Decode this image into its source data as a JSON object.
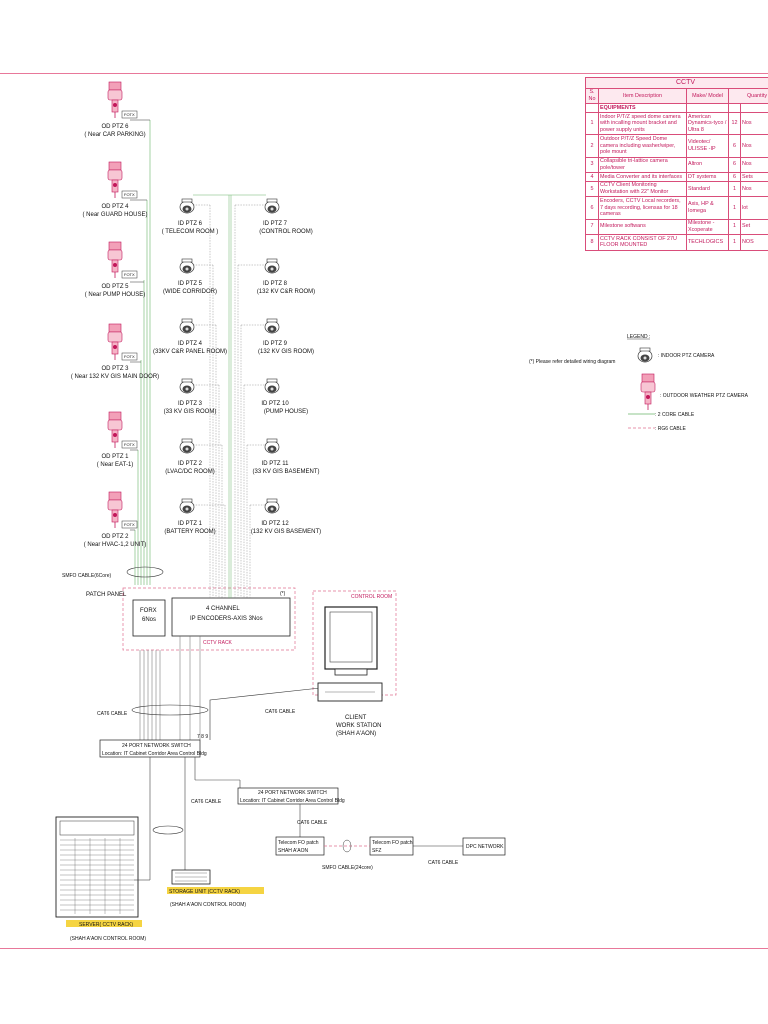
{
  "outdoor_cameras": [
    {
      "name": "OD PTZ 6",
      "location": "( Near CAR PARKING)",
      "fotx": "FOTX"
    },
    {
      "name": "OD PTZ 4",
      "location": "( Near GUARD HOUSE)",
      "fotx": "FOTX"
    },
    {
      "name": "OD PTZ 5",
      "location": "( Near PUMP HOUSE)",
      "fotx": "FOTX"
    },
    {
      "name": "OD PTZ 3",
      "location": "( Near 132 KV GIS MAIN DOOR)",
      "fotx": "FOTX"
    },
    {
      "name": "OD PTZ 1",
      "location": "( Near EAT-1)",
      "fotx": "FOTX"
    },
    {
      "name": "OD PTZ 2",
      "location": "( Near HVAC-1,2 UNIT)",
      "fotx": "FOTX"
    }
  ],
  "indoor_left": [
    {
      "name": "ID PTZ 6",
      "location": "( TELECOM ROOM )"
    },
    {
      "name": "ID PTZ 5",
      "location": "(WIDE CORRIDOR)"
    },
    {
      "name": "ID PTZ 4",
      "location": "(33KV C&R PANEL ROOM)"
    },
    {
      "name": "ID PTZ 3",
      "location": "(33 KV GIS ROOM)"
    },
    {
      "name": "ID PTZ 2",
      "location": "(LVAC/DC ROOM)"
    },
    {
      "name": "ID PTZ 1",
      "location": "(BATTERY ROOM)"
    }
  ],
  "indoor_right": [
    {
      "name": "ID PTZ 7",
      "location": "(CONTROL ROOM)"
    },
    {
      "name": "ID PTZ 8",
      "location": "(132 KV C&R ROOM)"
    },
    {
      "name": "ID PTZ 9",
      "location": "(132 KV GIS ROOM)"
    },
    {
      "name": "ID PTZ 10",
      "location": "(PUMP HOUSE)"
    },
    {
      "name": "ID PTZ 11",
      "location": "(33 KV GIS BASEMENT)"
    },
    {
      "name": "ID PTZ 12",
      "location": "(132 KV GIS BASEMENT)"
    }
  ],
  "labels": {
    "smfo_cable": "SMFO CABLE(6Core)",
    "patch_panel": "PATCH PANEL",
    "forx_line1": "FORX",
    "forx_line2": "6Nos",
    "encoders_line1": "4 CHANNEL",
    "encoders_line2": "IP ENCODERS-AXIS 3Nos",
    "asterisk": "(*)",
    "cctv_rack": "CCTV RACK",
    "control_room": "CONTROL ROOM",
    "client_line1": "CLIENT",
    "client_line2": "WORK STATION",
    "client_line3": "(SHAH A'AON)",
    "cat6_left": "CAT6 CABLE",
    "cat6_mid": "CAT6 CABLE",
    "cat6_switch2": "CAT6 CABLE",
    "cat6_telecom": "CAT6 CABLE",
    "cat6_dpc": "CAT6 CABLE",
    "port_nums": "7  8  9",
    "switch1_line1": "24 PORT NETWORK SWITCH",
    "switch1_line2": "Location: IT Cabinet Corridor Area Control Bldg",
    "switch2_line1": "24 PORT NETWORK SWITCH",
    "switch2_line2": "Location: IT Cabinet Corridor Area Control Bldg",
    "telecom1_line1": "Telecom FO patch",
    "telecom1_line2": "SHAH A'AON",
    "telecom2_line1": "Telecom FO patch",
    "telecom2_line2": "SFZ",
    "smfo_24": "SMFO CABLE(24core)",
    "dpc_network": "DPC NETWORK",
    "storage_line1": "STORAGE UNIT (CCTV RACK)",
    "storage_line2": "(SHAH A'AON CONTROL ROOM)",
    "server_line1": "SERVER( CCTV RACK)",
    "server_line2": "(SHAH A'AON CONTROL ROOM)",
    "wiring_note": "(*) Please refer detailed wiring diagram"
  },
  "legend": {
    "title": "LEGEND :",
    "indoor": ": INDOOR PTZ CAMERA",
    "outdoor": ": OUTDOOR WEATHER PTZ CAMERA",
    "core2": ": 2 CORE CABLE",
    "rg6": ": RG6 CABLE"
  },
  "table": {
    "title": "CCTV",
    "headers": [
      "S. No",
      "Item Description",
      "Make/ Model",
      "Quantity"
    ],
    "section": "EQUIPMENTS",
    "rows": [
      {
        "no": "1",
        "desc": "Indoor P/T/Z speed dome camera with incalling mount bracket and power supply units",
        "make": "American Dynamics-tyco / Ultra 8",
        "qty": "12",
        "unit": "Nos"
      },
      {
        "no": "2",
        "desc": "Outdoor P/T/Z Speed Dome camera including washer/wiper, pole mount",
        "make": "Videotec/ ULISSE -IP",
        "qty": "6",
        "unit": "Nos"
      },
      {
        "no": "3",
        "desc": "Collapsible tri-lattice camera pole/tower",
        "make": "Altron",
        "qty": "6",
        "unit": "Nos"
      },
      {
        "no": "4",
        "desc": "Media Converter and its interfaces",
        "make": "DT systems",
        "qty": "6",
        "unit": "Sets"
      },
      {
        "no": "5",
        "desc": "CCTV Client Monitoring Workstation with 22\" Monitor",
        "make": "Standard",
        "qty": "1",
        "unit": "Nos"
      },
      {
        "no": "6",
        "desc": "Encoders, CCTV Local recorders, 7 days recording, licensas for 18 cameras",
        "make": "Axis, HP & Iomega",
        "qty": "1",
        "unit": "lot"
      },
      {
        "no": "7",
        "desc": "Milestone softwans",
        "make": "Milestone - Xcoperate",
        "qty": "1",
        "unit": "Set"
      },
      {
        "no": "8",
        "desc": "CCTV RACK CONSIST OF 27U FLOOR MOUNTED",
        "make": "TECHLOGICS",
        "qty": "1",
        "unit": "NOS"
      }
    ]
  },
  "colors": {
    "accent": "#e8789a",
    "cable_green": "#6ab56a",
    "rack_dash": "#e07090",
    "table_pink": "#c2185b"
  }
}
